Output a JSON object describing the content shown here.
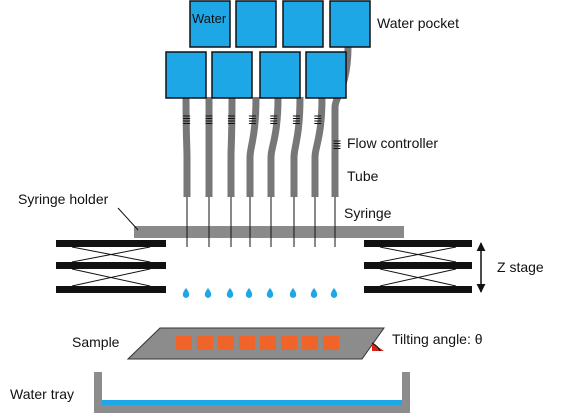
{
  "labels": {
    "water_pocket": "Water pocket",
    "water_in_pocket": "Water",
    "flow_controller": "Flow controller",
    "tube": "Tube",
    "syringe_holder": "Syringe holder",
    "syringe": "Syringe",
    "z_stage": "Z stage",
    "sample": "Sample",
    "tilting_angle": "Tilting angle: θ",
    "water_tray": "Water tray"
  },
  "counts": {
    "water_pockets": 8,
    "syringes": 8,
    "droplets": 8,
    "sample_patches": 8
  },
  "colors": {
    "pocket_fill": "#1ea7e6",
    "tube": "#777777",
    "holder": "#8a8a8a",
    "stage": "#111111",
    "droplet": "#1ea7e6",
    "sample_plate": "#8c8c8c",
    "sample_patch": "#f0642a",
    "angle_marker": "#d1241b",
    "tray_water": "#1ea7e6",
    "tray_wall": "#8c8c8c"
  }
}
